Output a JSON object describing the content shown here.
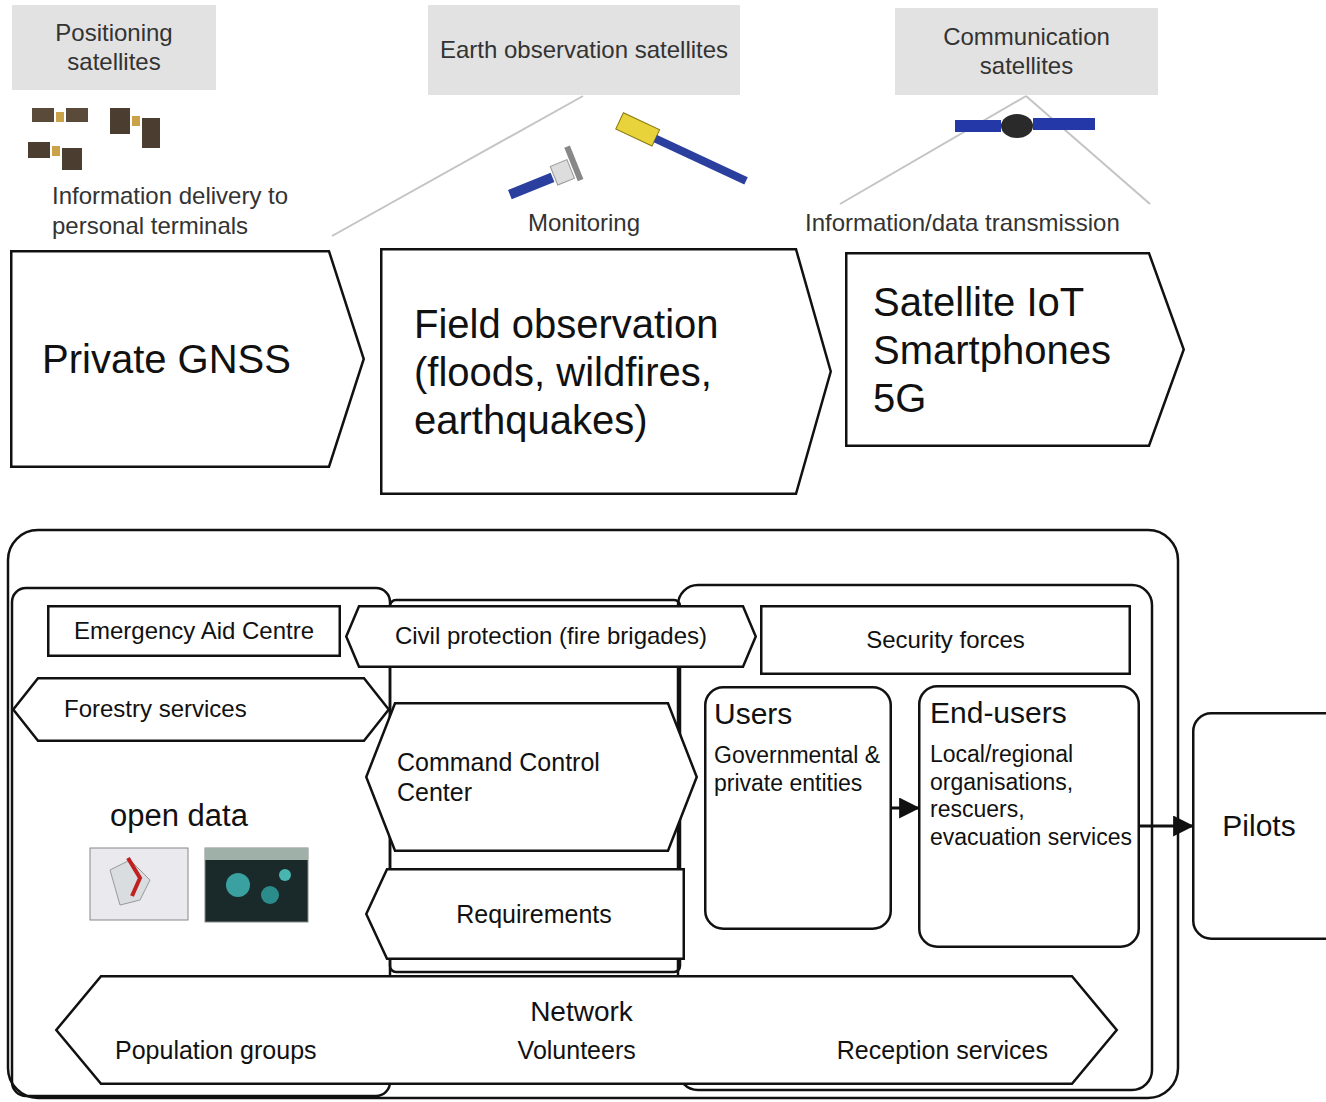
{
  "diagram": {
    "nodes": [
      {
        "text": [
          "Positioning satellites"
        ]
      },
      {
        "text": [
          "Earth observation satellites"
        ]
      },
      {
        "text": [
          "Communication satellites"
        ]
      },
      {
        "text": [
          "Private GNSS"
        ]
      },
      {
        "text": [
          "Field observation (floods, wildfires, earthquakes)"
        ]
      },
      {
        "text": [
          "Satellite IoT Smartphones 5G"
        ]
      },
      {
        "text": [
          "Emergency Aid Centre"
        ]
      },
      {
        "text": [
          "Civil protection (fire brigades)"
        ]
      },
      {
        "text": [
          "Security forces"
        ]
      },
      {
        "text": [
          "Forestry services"
        ]
      },
      {
        "text": [
          "Command Control Center"
        ]
      },
      {
        "text": [
          "Requirements"
        ]
      },
      {
        "text": [
          "Users",
          "Governmental & private entities"
        ]
      },
      {
        "text": [
          "End-users",
          "Local/regional organisations, rescuers, evacuation services"
        ]
      },
      {
        "text": [
          "Pilots"
        ]
      },
      {
        "text": [
          "Network",
          "Population groups",
          "Volunteers",
          "Reception services"
        ]
      }
    ],
    "edges": [
      {
        "from": 12,
        "to": 13,
        "arrow": "to"
      },
      {
        "from": 13,
        "to": 14,
        "arrow": "to"
      }
    ],
    "labels": [
      "Information delivery to personal terminals",
      "Monitoring",
      "Information/data transmission",
      "open data"
    ]
  }
}
